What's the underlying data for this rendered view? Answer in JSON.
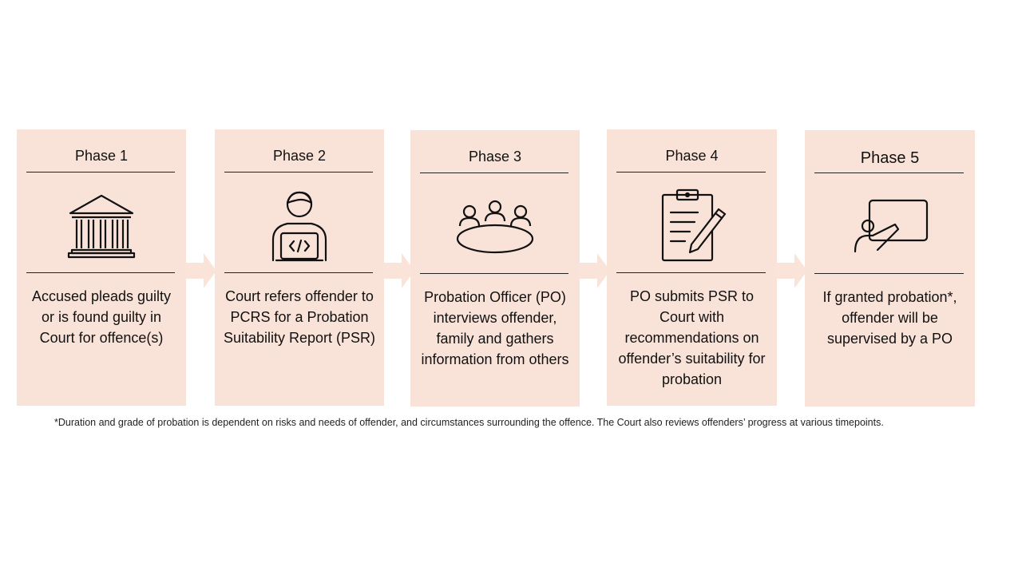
{
  "phases": [
    {
      "title": "Phase 1",
      "icon": "courthouse-icon",
      "description": "Accused pleads guilty or is found guilty in Court for offence(s)"
    },
    {
      "title": "Phase 2",
      "icon": "person-laptop-code-icon",
      "description": "Court refers offender to PCRS for a Probation Suitability Report (PSR)"
    },
    {
      "title": "Phase 3",
      "icon": "meeting-table-icon",
      "description": "Probation Officer (PO) interviews offender, family and gathers information from others"
    },
    {
      "title": "Phase 4",
      "icon": "clipboard-pencil-icon",
      "description": "PO submits PSR to Court with recommendations on offender’s suitability for probation"
    },
    {
      "title": "Phase 5",
      "icon": "presenter-whiteboard-icon",
      "description": "If granted probation*, offender will be supervised by a PO"
    }
  ],
  "footnote": "*Duration and grade of probation is dependent on risks and needs of offender, and circumstances surrounding the offence. The Court also reviews offenders’ progress at various timepoints.",
  "colors": {
    "box_fill": "#f9e3d8",
    "arrow_fill": "#fae3d9",
    "text": "#111111"
  }
}
